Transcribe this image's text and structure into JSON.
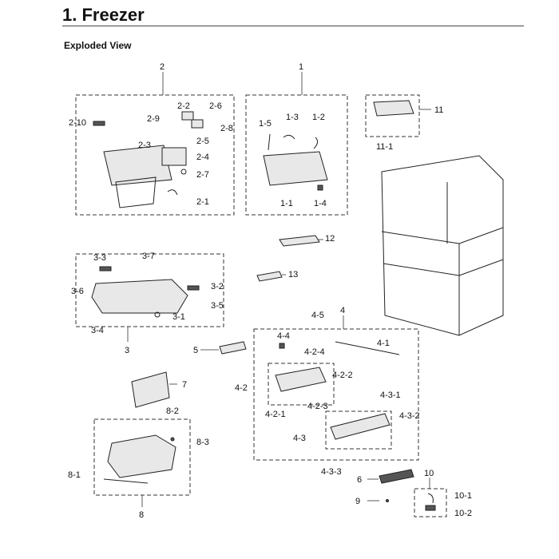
{
  "page": {
    "title": "1. Freezer",
    "subtitle": "Exploded View"
  },
  "callouts": {
    "c1": "1",
    "c1_1": "1-1",
    "c1_2": "1-2",
    "c1_3": "1-3",
    "c1_4": "1-4",
    "c1_5": "1-5",
    "c2": "2",
    "c2_1": "2-1",
    "c2_2": "2-2",
    "c2_3": "2-3",
    "c2_4": "2-4",
    "c2_5": "2-5",
    "c2_6": "2-6",
    "c2_7": "2-7",
    "c2_8": "2-8",
    "c2_9": "2-9",
    "c2_10": "2-10",
    "c3": "3",
    "c3_1": "3-1",
    "c3_2": "3-2",
    "c3_3": "3-3",
    "c3_4": "3-4",
    "c3_5": "3-5",
    "c3_6": "3-6",
    "c3_7": "3-7",
    "c4": "4",
    "c4_1": "4-1",
    "c4_2": "4-2",
    "c4_2_1": "4-2-1",
    "c4_2_2": "4-2-2",
    "c4_2_3": "4-2-3",
    "c4_2_4": "4-2-4",
    "c4_3": "4-3",
    "c4_3_1": "4-3-1",
    "c4_3_2": "4-3-2",
    "c4_3_3": "4-3-3",
    "c4_4": "4-4",
    "c4_5": "4-5",
    "c5": "5",
    "c6": "6",
    "c7": "7",
    "c8": "8",
    "c8_1": "8-1",
    "c8_2": "8-2",
    "c8_3": "8-3",
    "c9": "9",
    "c10": "10",
    "c10_1": "10-1",
    "c10_2": "10-2",
    "c11": "11",
    "c11_1": "11-1",
    "c12": "12",
    "c13": "13"
  }
}
